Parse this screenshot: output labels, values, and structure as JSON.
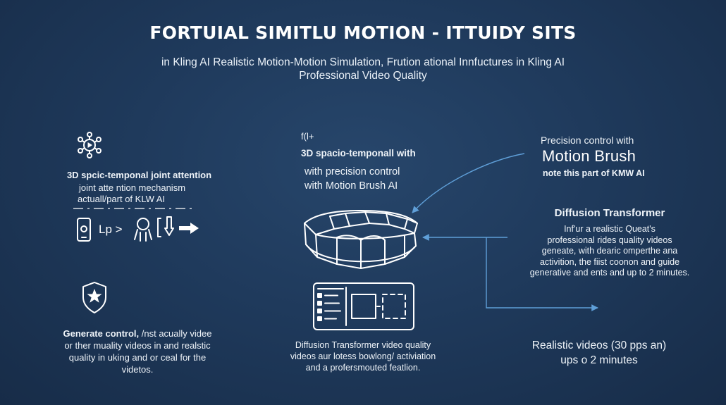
{
  "header": {
    "title": "FORTUIAL SIMITLU MOTION - ITTUIDY SITS",
    "subtitle_line1": "in Kling AI Realistic Motion-Motion Simulation, Frution ational Innfuctures in Kling AI",
    "subtitle_line2": "Professional Video Quality"
  },
  "left_top": {
    "heading": "3D spcic-temponal joint attention",
    "line1": "joint atte ntion mechanism",
    "line2": "actuall/part of KLW AI",
    "flow_label": "Lp >"
  },
  "left_bottom": {
    "line1": "Generate control, /nst acually videe",
    "line1_bold": "Generate control,",
    "line1_rest": " /nst acually videe",
    "line2": "or ther muality videos in and realstic",
    "line3": "quality in uking and or ceal for the",
    "line4": "videtos."
  },
  "center_top": {
    "small_label": "f(l+",
    "heading": "3D spacio-temponall with",
    "line1": "with precision control",
    "line2": "with Motion Brush AI"
  },
  "center_bottom": {
    "line1": "Diffusion Transformer  video quality",
    "line2": "videos aur lotess bowlong/ activiation",
    "line3": "and a profersmouted featlion."
  },
  "right_top": {
    "line1": "Precision control with",
    "big": "Motion Brush",
    "line3": "note this part  of KMW AI"
  },
  "right_mid": {
    "heading": "Diffusion Transformer",
    "line1": "Inf'ur a realistic Queat's",
    "line2": "professional rides quality videos",
    "line3": "geneate, with dearic omperthe ana",
    "line4": "activition, the fiist coonon and guide",
    "line5": "generative and ents and up to 2 minutes."
  },
  "right_bottom": {
    "line1": "Realistic videos (30 pps an)",
    "line2": "ups o 2 minutes"
  },
  "colors": {
    "background": "#1f3a5c",
    "connector": "#5f9fd8",
    "text": "#ffffff"
  }
}
